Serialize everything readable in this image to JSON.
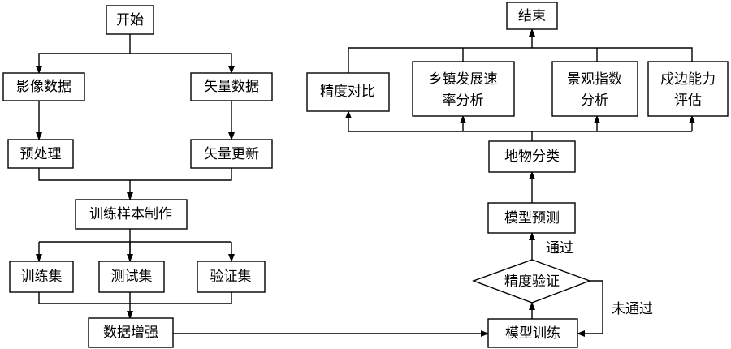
{
  "flowchart": {
    "nodes": {
      "start": "开始",
      "image_data": "影像数据",
      "vector_data": "矢量数据",
      "preprocess": "预处理",
      "vector_update": "矢量更新",
      "sample_making": "训练样本制作",
      "train_set": "训练集",
      "test_set": "测试集",
      "valid_set": "验证集",
      "augment": "数据增强",
      "model_train": "模型训练",
      "accuracy_check": "精度验证",
      "model_predict": "模型预测",
      "landcover": "地物分类",
      "accuracy_compare": "精度对比",
      "township_line1": "乡镇发展速",
      "township_line2": "率分析",
      "landscape_line1": "景观指数",
      "landscape_line2": "分析",
      "defense_line1": "戍边能力",
      "defense_line2": "评估",
      "end": "结束"
    },
    "edge_labels": {
      "pass": "通过",
      "fail": "未通过"
    }
  }
}
